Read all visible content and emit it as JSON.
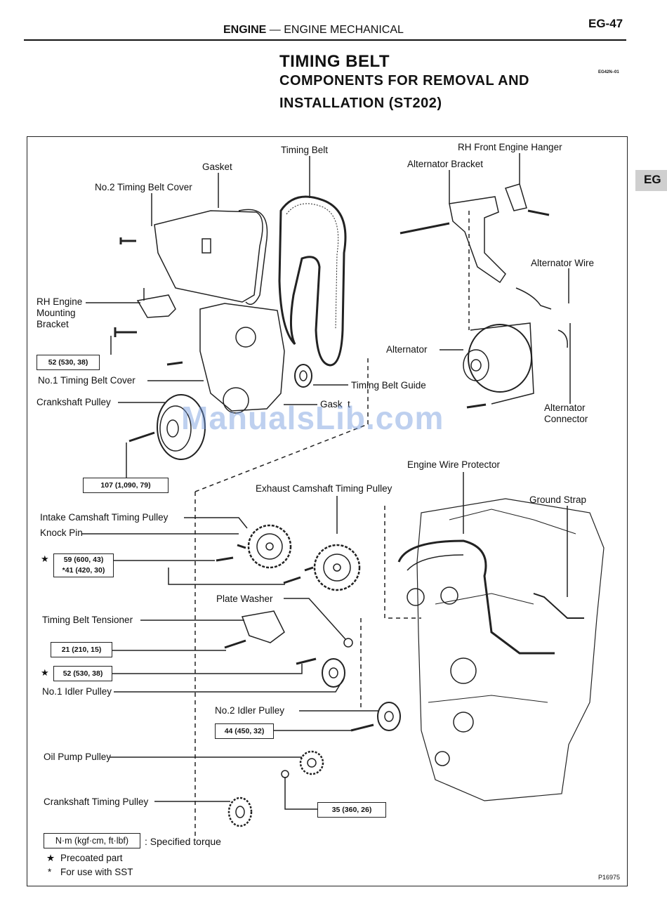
{
  "header": {
    "section": "ENGINE",
    "separator": " — ",
    "subsection": "ENGINE MECHANICAL",
    "page_number": "EG-47"
  },
  "title": {
    "main": "TIMING BELT",
    "line2": "COMPONENTS FOR REMOVAL AND",
    "line3": "INSTALLATION (ST202)",
    "doc_code": "EG42N–01"
  },
  "side_tab": "EG",
  "labels": {
    "timing_belt": "Timing Belt",
    "rh_front_engine_hanger": "RH Front Engine Hanger",
    "gasket_top": "Gasket",
    "alternator_bracket": "Alternator Bracket",
    "no2_timing_belt_cover": "No.2 Timing Belt Cover",
    "alternator_wire": "Alternator Wire",
    "rh_engine_mounting_bracket": "RH Engine\nMounting\nBracket",
    "alternator": "Alternator",
    "no1_timing_belt_cover": "No.1 Timing Belt Cover",
    "timing_belt_guide": "Timing Belt Guide",
    "crankshaft_pulley": "Crankshaft Pulley",
    "gasket_bottom": "Gask  t",
    "alternator_connector": "Alternator\nConnector",
    "engine_wire_protector": "Engine Wire Protector",
    "exhaust_camshaft_timing_pulley": "Exhaust Camshaft Timing Pulley",
    "ground_strap": "Ground Strap",
    "intake_camshaft_timing_pulley": "Intake Camshaft Timing Pulley",
    "knock_pin": "Knock Pin",
    "plate_washer": "Plate Washer",
    "timing_belt_tensioner": "Timing Belt Tensioner",
    "no1_idler_pulley": "No.1 Idler Pulley",
    "no2_idler_pulley": "No.2 Idler Pulley",
    "oil_pump_pulley": "Oil Pump Pulley",
    "crankshaft_timing_pulley": "Crankshaft Timing Pulley"
  },
  "torques": {
    "mount_bracket": "52 (530, 38)",
    "crank_pulley": "107 (1,090, 79)",
    "cam_pulley_a": "59 (600, 43)",
    "cam_pulley_b": "*41 (420, 30)",
    "tensioner": "21 (210, 15)",
    "idler1": "52 (530, 38)",
    "idler2": "44 (450, 32)",
    "oil_pump": "35 (360, 26)"
  },
  "legend": {
    "unit_box": "N·m (kgf·cm, ft·lbf)",
    "unit_desc": ": Specified torque",
    "star_symbol": "★",
    "star_desc": "Precoated part",
    "asterisk_symbol": "*",
    "asterisk_desc": "For use with SST"
  },
  "watermark": "ManualsLib.com",
  "figure_number": "P16975"
}
